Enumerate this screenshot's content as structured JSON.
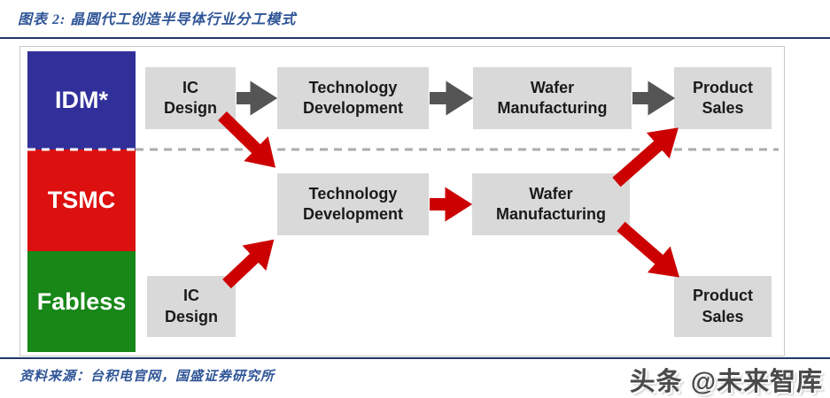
{
  "figure": {
    "title": "图表 2: 晶圆代工创造半导体行业分工模式",
    "source": "资料来源：台积电官网，国盛证券研究所",
    "watermark": "头条 @未来智库"
  },
  "diagram": {
    "rows": {
      "idm": {
        "label": "IDM*",
        "color": "#31309B",
        "boxes": [
          "IC\nDesign",
          "Technology\nDevelopment",
          "Wafer\nManufacturing",
          "Product\nSales"
        ]
      },
      "tsmc": {
        "label": "TSMC",
        "color": "#DD1010",
        "boxes": [
          "Technology\nDevelopment",
          "Wafer\nManufacturing"
        ]
      },
      "fabless": {
        "label": "Fabless",
        "color": "#178717",
        "boxes": [
          "IC\nDesign",
          "Product\nSales"
        ]
      }
    },
    "colors": {
      "process_box_bg": "#D9D9D9",
      "process_box_text": "#1A1A1A",
      "idm_flow_arrow": "#555555",
      "foundry_flow_arrow": "#CC0000",
      "title_text": "#2F5597",
      "rule": "#1F3864"
    },
    "flows": [
      "IDM IC Design → IDM Technology Development",
      "IDM Technology Development → IDM Wafer Manufacturing",
      "IDM Wafer Manufacturing → IDM Product Sales",
      "IDM IC Design → TSMC Technology Development",
      "TSMC Technology Development → TSMC Wafer Manufacturing",
      "TSMC Wafer Manufacturing → IDM Product Sales",
      "Fabless IC Design → TSMC Technology Development",
      "TSMC Wafer Manufacturing → Fabless Product Sales"
    ]
  }
}
